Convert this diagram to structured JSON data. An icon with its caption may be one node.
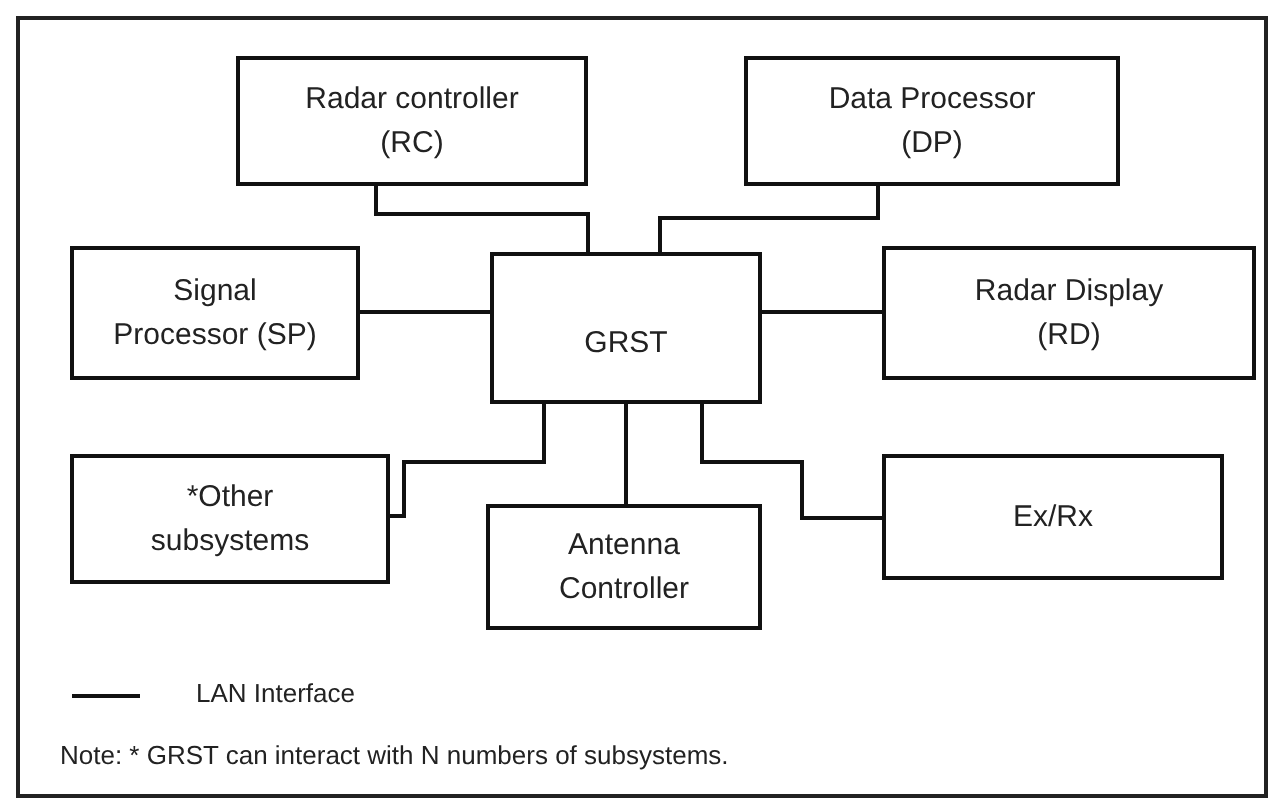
{
  "diagram": {
    "nodes": [
      {
        "text": [
          "Radar controller (RC)"
        ]
      },
      {
        "text": [
          "Data Processor (DP)"
        ]
      },
      {
        "text": [
          "Signal Processor (SP)"
        ]
      },
      {
        "text": [
          "GRST"
        ]
      },
      {
        "text": [
          "Radar Display (RD)"
        ]
      },
      {
        "text": [
          "*Other subsystems"
        ]
      },
      {
        "text": [
          "Antenna Controller"
        ]
      },
      {
        "text": [
          "Ex/Rx"
        ]
      }
    ],
    "edges": [
      {
        "from": 3,
        "to": 0,
        "arrow": "none"
      },
      {
        "from": 3,
        "to": 1,
        "arrow": "none"
      },
      {
        "from": 3,
        "to": 2,
        "arrow": "none"
      },
      {
        "from": 3,
        "to": 4,
        "arrow": "none"
      },
      {
        "from": 3,
        "to": 5,
        "arrow": "none"
      },
      {
        "from": 3,
        "to": 6,
        "arrow": "none"
      },
      {
        "from": 3,
        "to": 7,
        "arrow": "none"
      }
    ],
    "labels": [
      "Note: * GRST can interact with N numbers of subsystems."
    ],
    "legend": [
      {
        "text": "LAN Interface"
      }
    ]
  }
}
